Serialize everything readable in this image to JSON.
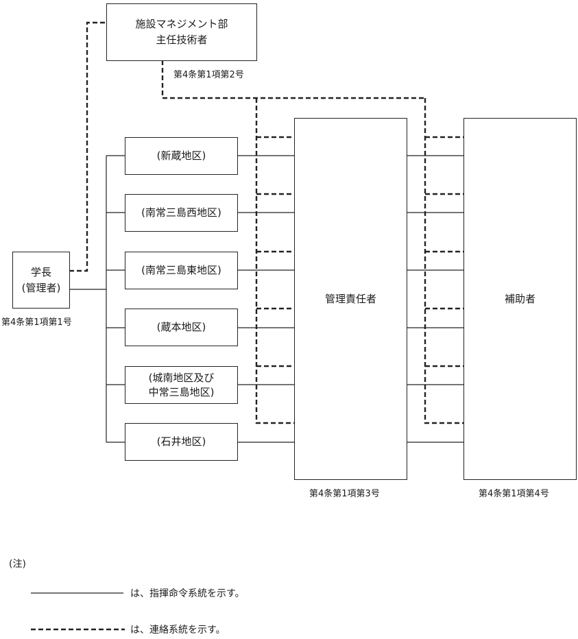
{
  "org_chart": {
    "president": {
      "line1": "学長",
      "line2": "(管理者)",
      "ref": "第4条第1項第1号"
    },
    "facility_dept": {
      "line1": "施設マネジメント部",
      "line2": "主任技術者",
      "ref": "第4条第1項第2号"
    },
    "districts": [
      {
        "line1": "(新蔵地区)",
        "line2": ""
      },
      {
        "line1": "(南常三島西地区)",
        "line2": ""
      },
      {
        "line1": "(南常三島東地区)",
        "line2": ""
      },
      {
        "line1": "(蔵本地区)",
        "line2": ""
      },
      {
        "line1": "(城南地区及び",
        "line2": "中常三島地区)"
      },
      {
        "line1": "(石井地区)",
        "line2": ""
      }
    ],
    "manager": {
      "label": "管理責任者",
      "ref": "第4条第1項第3号"
    },
    "assistant": {
      "label": "補助者",
      "ref": "第4条第1項第4号"
    }
  },
  "legend": {
    "title": "(注)",
    "solid_text": "は、指揮命令系統を示す。",
    "dashed_text": "は、連絡系統を示す。"
  }
}
